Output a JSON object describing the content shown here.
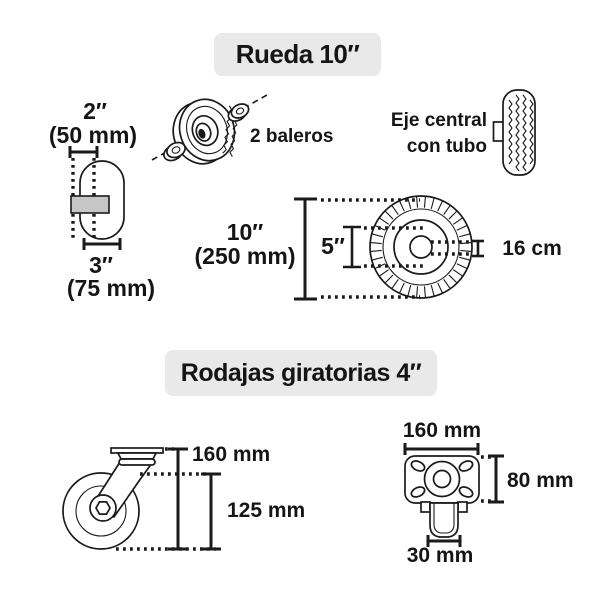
{
  "page": {
    "background": "#ffffff",
    "ink_color": "#1a1a1a",
    "header_bg": "#e9e9e9",
    "hub_fill": "#c6c6c6"
  },
  "sections": {
    "wheel": {
      "title": "Rueda 10″",
      "side_profile": {
        "width_in": "2″",
        "width_mm": "(50 mm)",
        "tread_in": "3″",
        "tread_mm": "(75 mm)"
      },
      "bearings_label": "2 baleros",
      "axle": {
        "line1": "Eje central",
        "line2": "con tubo"
      },
      "front": {
        "diameter_in": "10″",
        "diameter_mm": "(250 mm)",
        "rim_in": "5″",
        "hub_len": "16 cm"
      }
    },
    "casters": {
      "title": "Rodajas giratorias 4″",
      "side": {
        "height": "160 mm",
        "wheel_d": "125 mm"
      },
      "top": {
        "length": "160 mm",
        "width": "80 mm",
        "wheel_w": "30 mm"
      }
    }
  }
}
